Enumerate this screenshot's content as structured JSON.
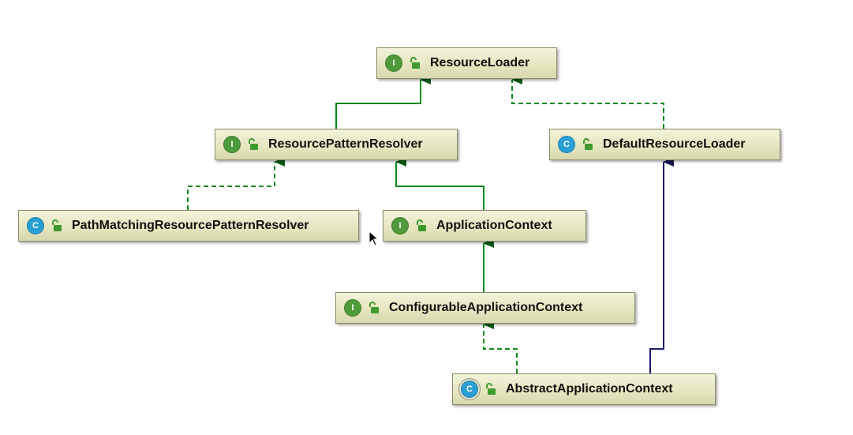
{
  "nodes": [
    {
      "id": "resource-loader",
      "name": "ResourceLoader",
      "kind": "I"
    },
    {
      "id": "resource-pattern-resolver",
      "name": "ResourcePatternResolver",
      "kind": "I"
    },
    {
      "id": "default-resource-loader",
      "name": "DefaultResourceLoader",
      "kind": "C"
    },
    {
      "id": "path-matching-resource-pattern-resolver",
      "name": "PathMatchingResourcePatternResolver",
      "kind": "C"
    },
    {
      "id": "application-context",
      "name": "ApplicationContext",
      "kind": "I"
    },
    {
      "id": "configurable-application-context",
      "name": "ConfigurableApplicationContext",
      "kind": "I"
    },
    {
      "id": "abstract-application-context",
      "name": "AbstractApplicationContext",
      "kind": "C"
    }
  ],
  "edges": [
    {
      "from": "resource-pattern-resolver",
      "to": "resource-loader",
      "type": "interface-extends"
    },
    {
      "from": "default-resource-loader",
      "to": "resource-loader",
      "type": "implements"
    },
    {
      "from": "path-matching-resource-pattern-resolver",
      "to": "resource-pattern-resolver",
      "type": "implements"
    },
    {
      "from": "application-context",
      "to": "resource-pattern-resolver",
      "type": "interface-extends"
    },
    {
      "from": "configurable-application-context",
      "to": "application-context",
      "type": "interface-extends"
    },
    {
      "from": "abstract-application-context",
      "to": "configurable-application-context",
      "type": "implements"
    },
    {
      "from": "abstract-application-context",
      "to": "default-resource-loader",
      "type": "extends"
    }
  ],
  "colors": {
    "interface_badge": "#4f9a3b",
    "class_badge": "#2a9fd4",
    "interface_edge": "#0b8a1e",
    "implements_edge": "#0b8a1e",
    "extends_edge": "#1c1c6e",
    "node_fill": "#e6e6c0"
  }
}
